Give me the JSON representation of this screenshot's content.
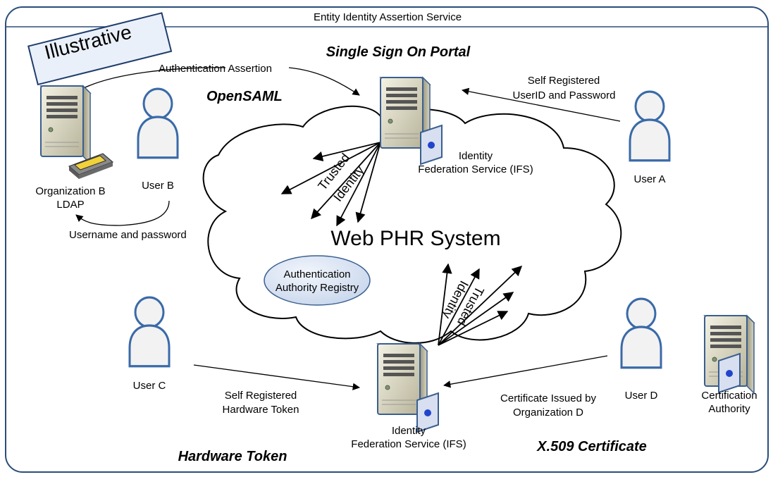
{
  "title": "Entity Identity Assertion Service",
  "stamp": "Illustrative",
  "sections": {
    "sso_portal": "Single Sign On Portal",
    "opensaml": "OpenSAML",
    "hardware_token": "Hardware Token",
    "x509": "X.509 Certificate"
  },
  "central": {
    "system": "Web PHR System",
    "registry_line1": "Authentication",
    "registry_line2": "Authority Registry"
  },
  "ifs_top": {
    "line1": "Identity",
    "line2": "Federation Service (IFS)"
  },
  "ifs_bottom": {
    "line1": "Identity",
    "line2": "Federation Service (IFS)"
  },
  "trusted_top": {
    "line1": "Trusted",
    "line2": "Identity"
  },
  "trusted_bottom": {
    "line1": "Trusted",
    "line2": "Identity"
  },
  "org_b": {
    "line1": "Organization B",
    "line2": "LDAP"
  },
  "users": {
    "a": "User A",
    "b": "User B",
    "c": "User C",
    "d": "User D"
  },
  "cert_authority": {
    "line1": "Certification",
    "line2": "Authority"
  },
  "edges": {
    "auth_assertion": "Authentication Assertion",
    "username_password": "Username and password",
    "self_reg_userid_1": "Self Registered",
    "self_reg_userid_2": "UserID and Password",
    "self_reg_token_1": "Self Registered",
    "self_reg_token_2": "Hardware Token",
    "cert_issued_1": "Certificate Issued by",
    "cert_issued_2": "Organization D"
  }
}
